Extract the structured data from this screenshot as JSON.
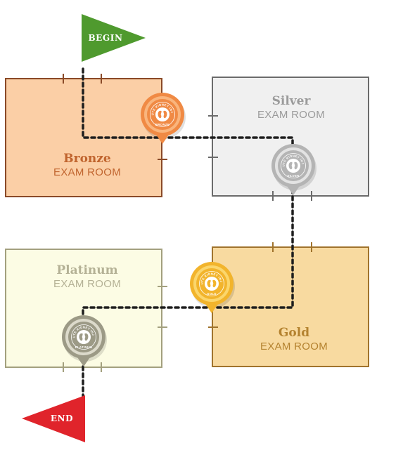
{
  "flags": {
    "begin": {
      "label": "BEGIN",
      "color": "#4f9a2e"
    },
    "end": {
      "label": "END",
      "color": "#e0242b"
    }
  },
  "rooms": {
    "bronze": {
      "name": "Bronze",
      "subtitle": "EXAM ROOM",
      "fill": "#fbcfa6",
      "border": "#8a4a28",
      "text": "#c0642e"
    },
    "silver": {
      "name": "Silver",
      "subtitle": "EXAM ROOM",
      "fill": "#f0f0f0",
      "border": "#6b6b6b",
      "text": "#9b9b9b"
    },
    "platinum": {
      "name": "Platinum",
      "subtitle": "EXAM ROOM",
      "fill": "#fcfce4",
      "border": "#a3a07e",
      "text": "#b4b195"
    },
    "gold": {
      "name": "Gold",
      "subtitle": "EXAM ROOM",
      "fill": "#f8daa0",
      "border": "#a0732c",
      "text": "#b4822f"
    }
  },
  "badges": {
    "bronze": {
      "ring_text": "ACUTE KIDNEY INJURY",
      "level": "BRONZE",
      "color": "#f08a44",
      "light": "#f9b57d"
    },
    "silver": {
      "ring_text": "ACUTE KIDNEY INJURY",
      "level": "SILVER",
      "color": "#b4b4b4",
      "light": "#e3e3e3"
    },
    "gold": {
      "ring_text": "ACUTE KIDNEY INJURY",
      "level": "GOLD",
      "color": "#f2b42c",
      "light": "#fbd66c"
    },
    "platinum": {
      "ring_text": "ACUTE KIDNEY INJURY",
      "level": "PLATINUM",
      "color": "#9c9a86",
      "light": "#dcdacb"
    }
  },
  "path_color": "#1e1e1e"
}
